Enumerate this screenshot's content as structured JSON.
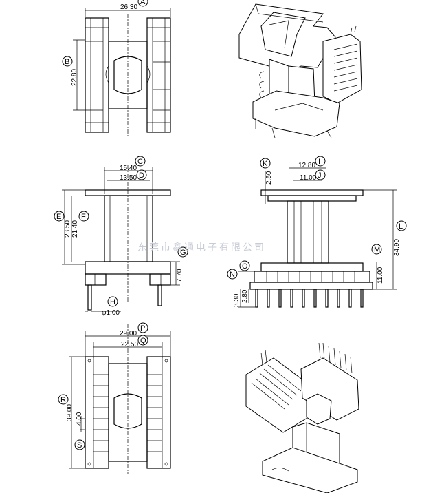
{
  "dimensions": {
    "top_width": "26.30",
    "top_height": "22.80",
    "front_outer_width": "15.40",
    "front_inner_width": "13.50",
    "front_total_height": "23.50",
    "front_inner_height": "21.40",
    "front_pin_length": "7.70",
    "front_pin_dia": "φ1.00",
    "side_flange_thickness": "2.50",
    "side_outer_width": "12.80",
    "side_inner_width": "11.00",
    "side_total_height": "34.90",
    "side_base_height": "11.00",
    "side_pin_a": "3.30",
    "side_pin_b": "2.80",
    "bottom_width": "29.00",
    "bottom_inner_width": "22.50",
    "bottom_height": "39.00",
    "bottom_pitch": "4.00"
  },
  "callouts": {
    "a": "A",
    "b": "B",
    "c": "C",
    "d": "D",
    "e": "E",
    "f": "F",
    "g": "G",
    "h": "H",
    "i": "I",
    "j": "J",
    "k": "K",
    "l": "L",
    "m": "M",
    "n": "N",
    "o": "O",
    "p": "P",
    "q": "Q",
    "r": "R",
    "s": "S"
  },
  "watermark": "东莞市鑫通电子有限公司"
}
